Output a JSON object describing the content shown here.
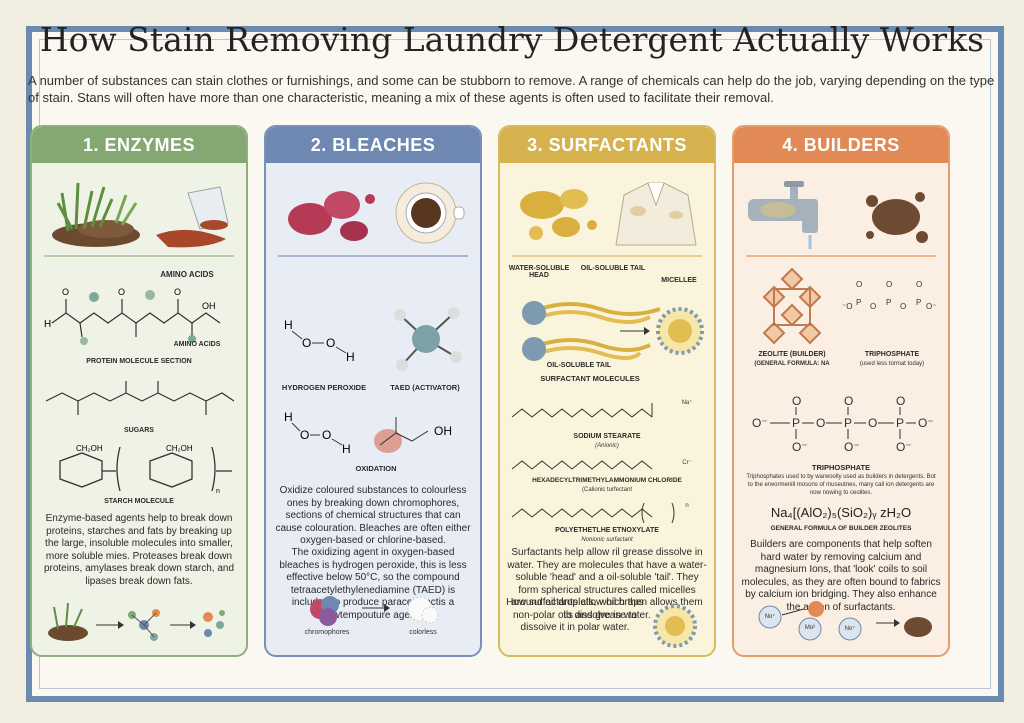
{
  "page": {
    "title": "How Stain Removing Laundry Detergent Actually Works",
    "intro": "A number of substances can stain clothes or furnishings, and some can be stubborn to remove. A range of chemicals can help do the job, varying depending on the type of stain. Stans will often have more than one characteristic, meaning a mix of these agents is often used to facilitate their removal."
  },
  "panels": {
    "enzymes": {
      "heading": "1. ENZYMES",
      "amino_top": "AMINO ACIDS",
      "amino_side": "AMINO ACIDS",
      "protein": "PROTEIN MOLECULE SECTION",
      "sugars": "SUGARS",
      "starch": "STARCH MOLECULE",
      "body": "Enzyme-based agents help to break down proteins, starches and fats by breaking up the large, insoluble molecules into smaller, more soluble mies. Proteases break down proteins, amylases break down starch, and lipases break down fats."
    },
    "bleaches": {
      "heading": "2. BLEACHES",
      "peroxide": "HYDROGEN PEROXIDE",
      "taed": "TAED (ACTIVATOR)",
      "oxidation": "OXIDATION",
      "body1": "Oxidize coloured substances to colourless ones by breaking down chromophores, sections of chemical structures that can cause colouration. Bleaches are often either oxygen-based or chlorine-based.",
      "body2": "The oxidizing agent in oxygen-based bleaches is hydrogen peroxide, this is less effective below 50°C, so the compound tetraacetylethylenediamine (TAED) is included to produce paracetic actis a lowtempouture agent.",
      "chromophores": "chromophores",
      "colorless": "colorless"
    },
    "surfactants": {
      "heading": "3. SURFACTANTS",
      "water_head": "WATER-SOLUBLE HEAD",
      "oil_tail": "OIL-SOLUBLE TAIL",
      "micellee": "MICELLEE",
      "oil_tail2": "OIL-SOLUBLE TAIL",
      "molecules": "SURFACTANT MOLECULES",
      "stearate": "SODIUM STEARATE",
      "anionic": "(Anionic)",
      "hexa": "HEXADECYLTRIMETHYLAMMONIUM CHLORIDE",
      "cationic": "(Calionic turfectant",
      "poly": "POLYETHETLHE ETNOXYLATE",
      "nonionic": "Nonionic surfactant",
      "body1": "Surfactants help allow ril grease dissolve in water. They are molecules that have a water-soluble 'head' and a oil-soluble 'tail'. They form spherical structures called micelles around oil droplets, which then allows them to dissolve in water.",
      "body2": "How surfactants allow oil braps non-polar oils and grease to dissoive it in polar water.",
      "na": "Na⁺",
      "cl": "Cr⁻",
      "n": "n"
    },
    "builders": {
      "heading": "4. BUILDERS",
      "zeolite": "ZEOLITE (BUILDER)",
      "zeolite_formula": "(GENERAL FORMULA: NA",
      "triphos": "TRIPHOSPHATE",
      "triphos_note": "(used less tormat today)",
      "triphos2": "TRIPHOSPHATE",
      "triphos_desc": "Triphosphates used to by warwoolly used as builders in detergents. Bot to the erwormenill mosons of museutnes, many call ion detergents are now nowing to ceolites.",
      "formula": "Na₄[(AlO₂)₅(SiO₂)ᵧ zH₂O",
      "formula_label": "GENERAL FORMULA OF BUILDER ZEOLITES",
      "body": "Builders are components that help soften hard water by removing calcium and magnesium Ions, that 'look' coils to soil molecules, as they are often bound to fabrics by calcium ion bridging. They also enhance the action of surfactants.",
      "ion1": "No⁺",
      "ion2": "Mo²",
      "ion3": "No⁺"
    }
  },
  "colors": {
    "enzymes": "#85a873",
    "bleaches": "#6f88b1",
    "surfactants": "#d5b24d",
    "builders": "#e18a56",
    "frame": "#6a8aae"
  }
}
